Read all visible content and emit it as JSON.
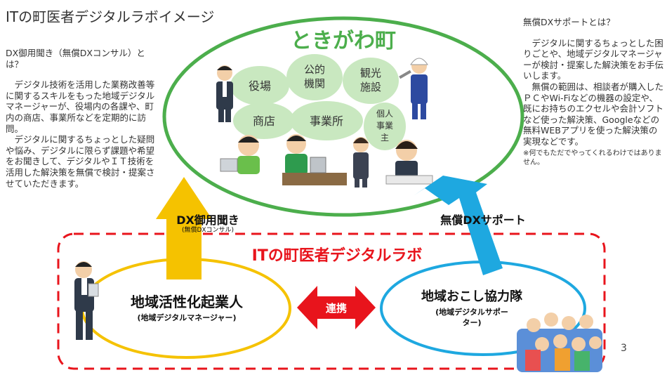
{
  "title": "ITの町医者デジタルラボイメージ",
  "left_panel": {
    "heading": "DX御用聞き（無償DXコンサル）とは？",
    "body": [
      "デジタル技術を活用した業務改善等に関するスキルをもった地域デジタルマネージャーが、役場内の各課や、町内の商店、事業所などを定期的に訪問。",
      "デジタルに関するちょっとした疑問や悩み、デジタルに限らず課題や希望をお聞きして、デジタルやＩＴ技術を活用した解決策を無償で検討・提案させていただきます。"
    ]
  },
  "right_panel": {
    "heading": "無償DXサポートとは？",
    "body": [
      "デジタルに関するちょっとした困りごとや、地域デジタルマネージャーが検討・提案した解決策をお手伝いします。",
      "無償の範囲は、相談者が購入したＰＣやWi-Fiなどの機器の設定や、既にお持ちのエクセルや会計ソフトなど使った解決策、Googleなどの無料WEBアプリを使った解決策の実現などです。"
    ],
    "note": "※何でもただでやってくれるわけではありません。"
  },
  "town": {
    "name": "ときがわ町",
    "bubbles": [
      "役場",
      "公的機関",
      "観光施設",
      "商店",
      "事業所",
      "個人事業主"
    ]
  },
  "arrows": {
    "left_label": "DX御用聞き",
    "left_sublabel": "(無償DXコンサル)",
    "right_label": "無償DXサポート",
    "link_label": "連携"
  },
  "lab": {
    "name": "ITの町医者デジタルラボ",
    "left_title": "地域活性化起業人",
    "left_subtitle": "(地域デジタルマネージャー)",
    "right_title": "地域おこし協力隊",
    "right_subtitle": "(地域デジタルサポーター)"
  },
  "page_number": "3",
  "colors": {
    "green": "#4cae4c",
    "yellow": "#f5c200",
    "blue": "#1ea8e0",
    "red": "#e8141c",
    "bubble": "#c9e8c0"
  }
}
